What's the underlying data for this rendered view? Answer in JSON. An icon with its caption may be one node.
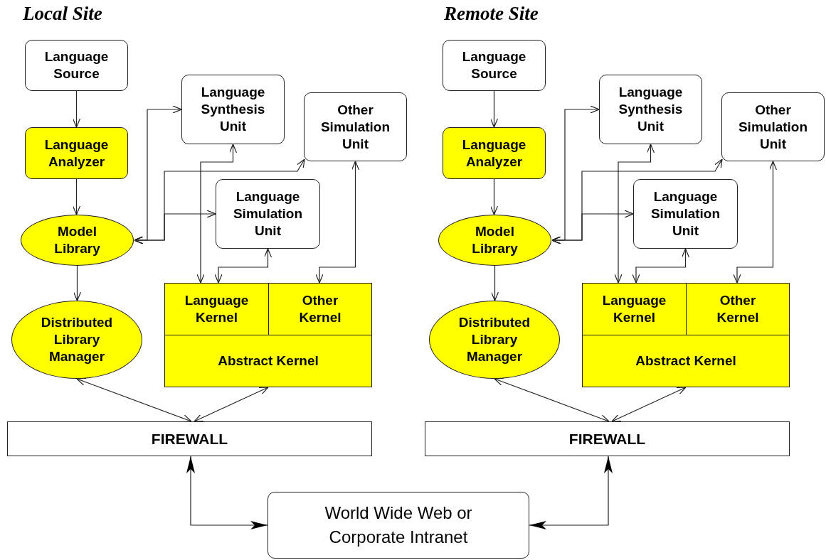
{
  "diagram": {
    "nodes": [
      {
        "text": [
          "Language Source"
        ]
      },
      {
        "text": [
          "Language Analyzer"
        ]
      },
      {
        "text": [
          "Language Synthesis Unit"
        ]
      },
      {
        "text": [
          "Other Simulation Unit"
        ]
      },
      {
        "text": [
          "Model Library"
        ]
      },
      {
        "text": [
          "Language Simulation Unit"
        ]
      },
      {
        "text": [
          "Distributed Library Manager"
        ]
      },
      {
        "text": [
          "Language Kernel"
        ]
      },
      {
        "text": [
          "Other Kernel"
        ]
      },
      {
        "text": [
          "Abstract Kernel"
        ]
      },
      {
        "text": [
          "FIREWALL"
        ]
      },
      {
        "text": [
          "Language Source"
        ]
      },
      {
        "text": [
          "Language Analyzer"
        ]
      },
      {
        "text": [
          "Language Synthesis Unit"
        ]
      },
      {
        "text": [
          "Other Simulation Unit"
        ]
      },
      {
        "text": [
          "Model Library"
        ]
      },
      {
        "text": [
          "Language Simulation Unit"
        ]
      },
      {
        "text": [
          "Distributed Library Manager"
        ]
      },
      {
        "text": [
          "Language Kernel"
        ]
      },
      {
        "text": [
          "Other Kernel"
        ]
      },
      {
        "text": [
          "Abstract Kernel"
        ]
      },
      {
        "text": [
          "FIREWALL"
        ]
      },
      {
        "text": [
          "World Wide Web or Corporate Intranet"
        ]
      }
    ],
    "edges": [
      {
        "from": 0,
        "to": 1,
        "arrow": "to"
      },
      {
        "from": 1,
        "to": 4,
        "arrow": "to"
      },
      {
        "from": 4,
        "to": 6,
        "arrow": "to"
      },
      {
        "from": 4,
        "to": 2,
        "arrow": "both"
      },
      {
        "from": 4,
        "to": 3,
        "arrow": "both"
      },
      {
        "from": 4,
        "to": 5,
        "arrow": "both"
      },
      {
        "from": 2,
        "to": 7,
        "arrow": "both"
      },
      {
        "from": 5,
        "to": 7,
        "arrow": "both"
      },
      {
        "from": 3,
        "to": 8,
        "arrow": "both"
      },
      {
        "from": 6,
        "to": 10,
        "arrow": "both"
      },
      {
        "from": 9,
        "to": 10,
        "arrow": "both"
      },
      {
        "from": 11,
        "to": 12,
        "arrow": "to"
      },
      {
        "from": 12,
        "to": 15,
        "arrow": "to"
      },
      {
        "from": 15,
        "to": 17,
        "arrow": "to"
      },
      {
        "from": 15,
        "to": 13,
        "arrow": "both"
      },
      {
        "from": 15,
        "to": 14,
        "arrow": "both"
      },
      {
        "from": 15,
        "to": 16,
        "arrow": "both"
      },
      {
        "from": 13,
        "to": 18,
        "arrow": "both"
      },
      {
        "from": 16,
        "to": 18,
        "arrow": "both"
      },
      {
        "from": 14,
        "to": 19,
        "arrow": "both"
      },
      {
        "from": 17,
        "to": 21,
        "arrow": "both"
      },
      {
        "from": 20,
        "to": 21,
        "arrow": "both"
      },
      {
        "from": 10,
        "to": 22,
        "arrow": "both"
      },
      {
        "from": 21,
        "to": 22,
        "arrow": "both"
      }
    ],
    "labels": [
      "Local Site",
      "Remote Site"
    ]
  }
}
